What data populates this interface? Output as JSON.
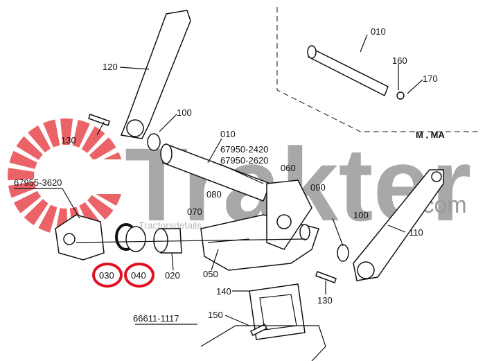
{
  "watermark": {
    "brand": "Trakter",
    "suffix": ".com",
    "sub": "Tractorsdetails",
    "color": "#9a9a9a",
    "logo_color": "#e8474d"
  },
  "labels": {
    "p010_top": "010",
    "p160": "160",
    "p170": "170",
    "variant": "M , MA",
    "p120": "120",
    "p100_left": "100",
    "p010": "010",
    "ref_2420": "67950-2420",
    "ref_2620": "67950-2620",
    "p060": "060",
    "p090": "090",
    "p080": "080",
    "p070": "070",
    "p130_left": "130",
    "ref_3620": "67955-3620",
    "p030": "030",
    "p040": "040",
    "p020": "020",
    "p050": "050",
    "p100_right": "100",
    "p110": "110",
    "p140": "140",
    "p130_right": "130",
    "p150": "150",
    "ref_1117": "66611-1117"
  },
  "highlight_color": "#e01020"
}
